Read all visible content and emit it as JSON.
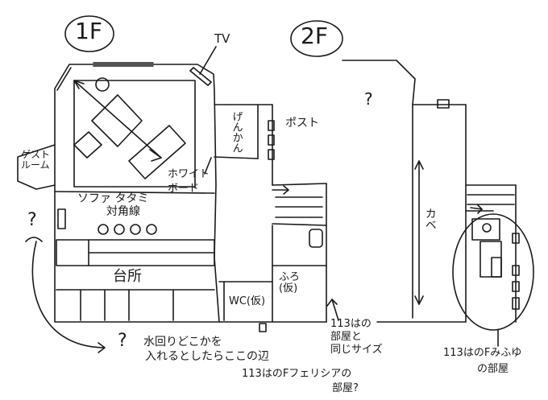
{
  "colors": {
    "ink": "#1a1a1a",
    "paper": "#ffffff"
  },
  "floor1": {
    "title": "1F",
    "tv_label": "TV",
    "guest_room": "ゲストルーム",
    "sofa_label_1": "ソファ タタミ",
    "sofa_label_2": "対角線",
    "whiteboard_1": "ホワイト",
    "whiteboard_2": "ボード",
    "genkan": "げんかん",
    "post": "ポスト",
    "kitchen": "台所",
    "wc": "WC(仮)",
    "bath": "ふろ(仮)",
    "question_left": "?",
    "question_bottom": "?",
    "water_note_1": "水回りどこかを",
    "water_note_2": "入れるとしたらここの辺",
    "room113_note_1": "113はのFフェリシアの",
    "room113_note_2": "部屋?",
    "same_size_1": "113はの",
    "same_size_2": "部屋と",
    "same_size_3": "同じサイズ"
  },
  "floor2": {
    "title": "2F",
    "question": "?",
    "wall": "カベ",
    "room_note_1": "113はのFみふゆ",
    "room_note_2": "の部屋"
  }
}
